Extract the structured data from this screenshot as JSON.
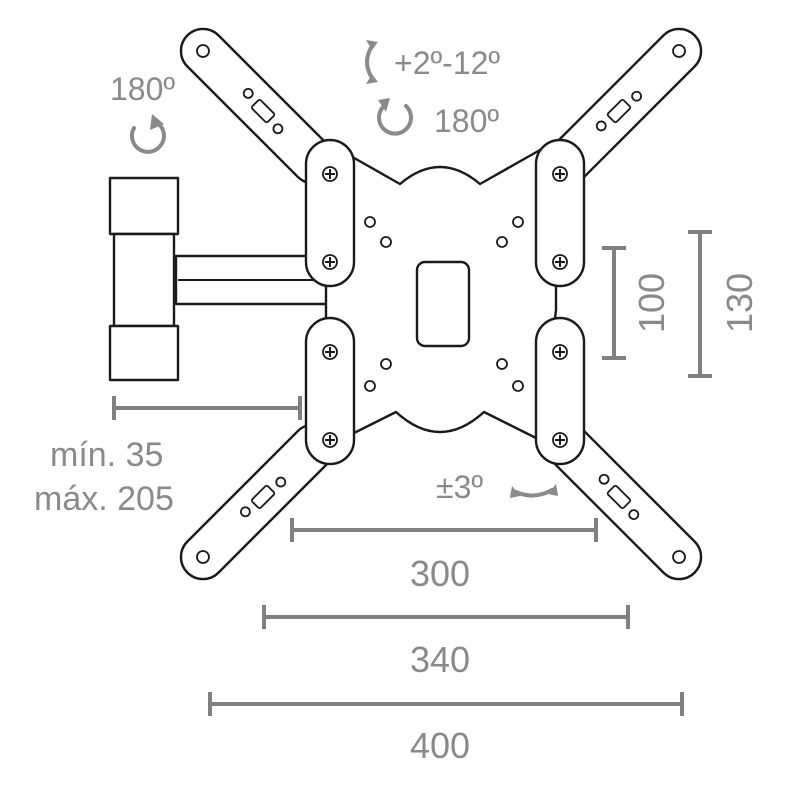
{
  "annotations": {
    "swivel_angle": "180º",
    "tilt_range": "+2º-12º",
    "rotation_angle": "180º",
    "level_adjust": "±3º"
  },
  "extension": {
    "min": "mín. 35",
    "max": "máx. 205"
  },
  "dimensions": {
    "vertical_inner": "100",
    "vertical_outer": "130",
    "horizontal_300": "300",
    "horizontal_340": "340",
    "horizontal_400": "400"
  },
  "colors": {
    "line": "#1a1a1a",
    "dimension": "#808080",
    "label": "#8a8a8a"
  }
}
